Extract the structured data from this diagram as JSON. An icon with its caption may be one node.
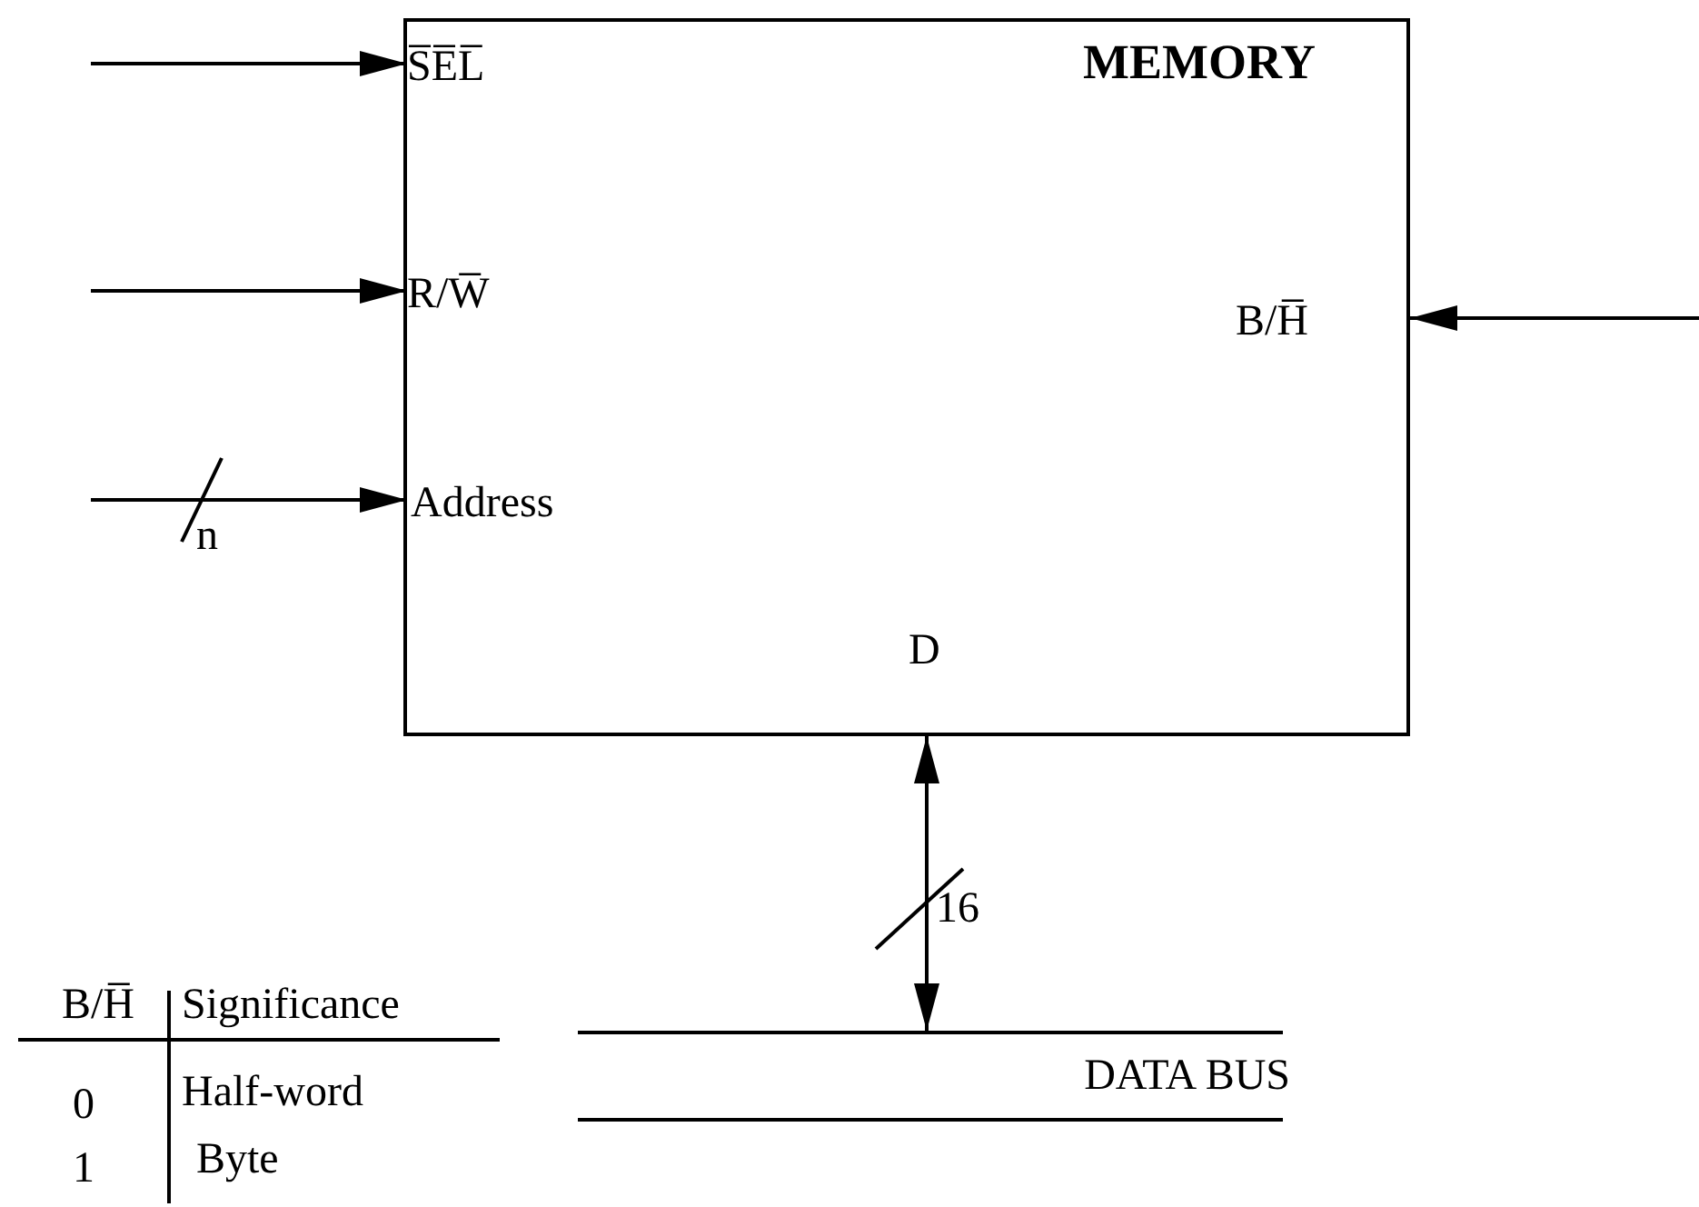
{
  "diagram": {
    "nodes": [
      {
        "text": [
          "MEMORY"
        ]
      },
      {
        "text": [
          "S̅E̅L̅"
        ],
        "in": 0
      },
      {
        "text": [
          "R/W̅"
        ],
        "in": 0
      },
      {
        "text": [
          "Address"
        ],
        "in": 0
      },
      {
        "text": [
          "B/H̅"
        ],
        "in": 0
      },
      {
        "text": [
          "D"
        ],
        "in": 0
      },
      {
        "text": [
          "DATA BUS"
        ]
      }
    ],
    "edges": [
      {
        "from": null,
        "to": 1,
        "arrow": "to"
      },
      {
        "from": null,
        "to": 2,
        "arrow": "to"
      },
      {
        "from": null,
        "to": 3,
        "arrow": "to",
        "label": "n"
      },
      {
        "from": null,
        "to": 4,
        "arrow": "to"
      },
      {
        "from": 5,
        "to": 6,
        "arrow": "both",
        "label": "16"
      }
    ],
    "labels": [
      "B/H̅",
      "Significance",
      "0",
      "Half-word",
      "1",
      "Byte"
    ]
  }
}
